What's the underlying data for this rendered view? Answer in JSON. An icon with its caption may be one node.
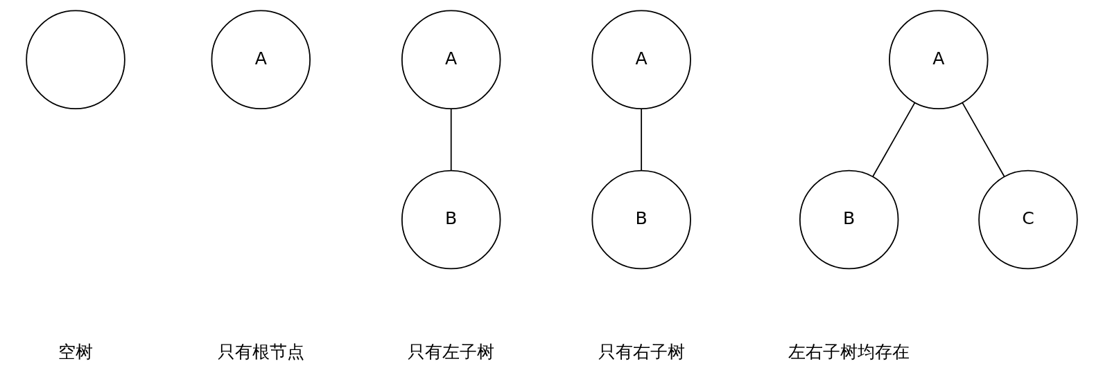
{
  "diagram": {
    "nodes": [
      {
        "text": [],
        "shape": "circle"
      },
      {
        "text": [
          "A"
        ]
      },
      {
        "text": [
          "A"
        ]
      },
      {
        "text": [
          "B"
        ]
      },
      {
        "text": [
          "A"
        ]
      },
      {
        "text": [
          "B"
        ]
      },
      {
        "text": [
          "A"
        ]
      },
      {
        "text": [
          "B"
        ]
      },
      {
        "text": [
          "C"
        ]
      }
    ],
    "edges": [
      {
        "from": 2,
        "to": 3,
        "arrow": "none"
      },
      {
        "from": 4,
        "to": 5,
        "arrow": "none"
      },
      {
        "from": 6,
        "to": 7,
        "arrow": "none"
      },
      {
        "from": 6,
        "to": 8,
        "arrow": "none"
      }
    ],
    "labels": [
      "空树",
      "只有根节点",
      "只有左子树",
      "只有右子树",
      "左右子树均存在"
    ]
  }
}
